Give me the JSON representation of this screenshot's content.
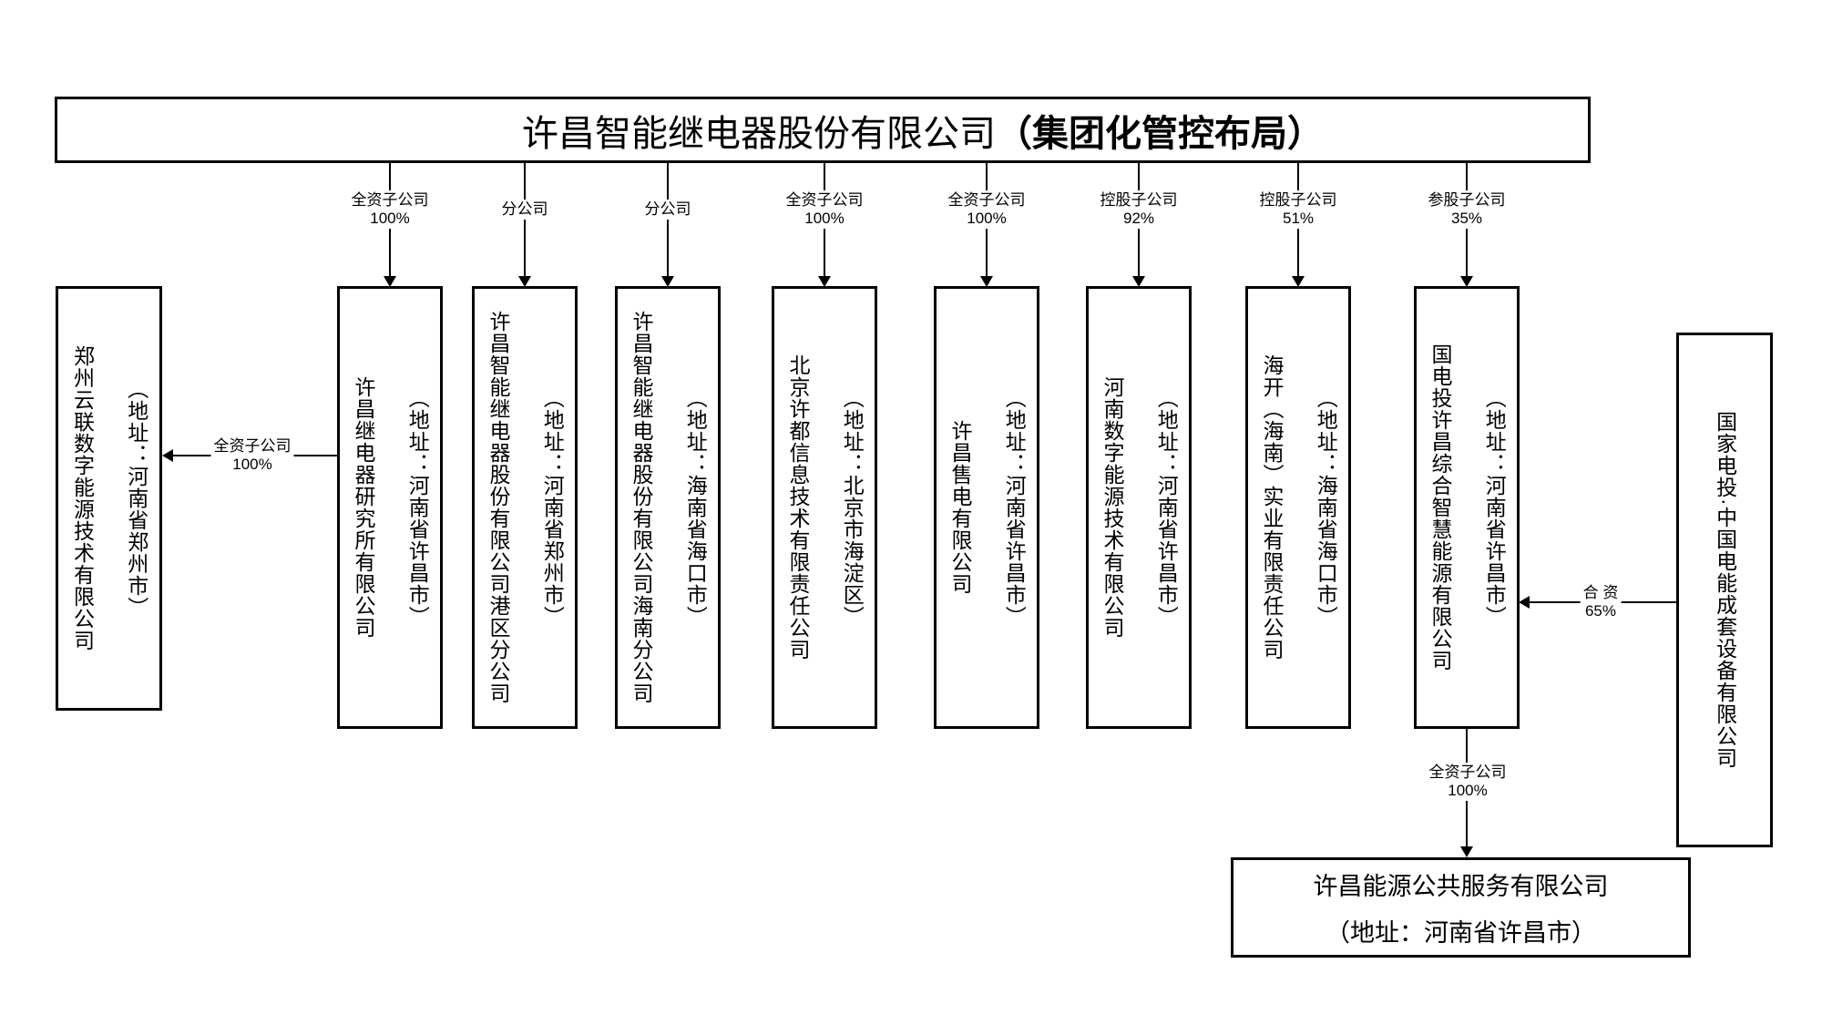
{
  "title": {
    "company": "许昌智能继电器股份有限公司",
    "scope": "（集团化管控布局）"
  },
  "parent_links": [
    {
      "type": "全资子公司",
      "share": "100%"
    },
    {
      "type": "分公司",
      "share": ""
    },
    {
      "type": "分公司",
      "share": ""
    },
    {
      "type": "全资子公司",
      "share": "100%"
    },
    {
      "type": "全资子公司",
      "share": "100%"
    },
    {
      "type": "控股子公司",
      "share": "92%"
    },
    {
      "type": "控股子公司",
      "share": "51%"
    },
    {
      "type": "参股子公司",
      "share": "35%"
    }
  ],
  "subsidiaries": [
    {
      "name": "许昌继电器研究所有限公司",
      "address": "（地址：河南省许昌市）"
    },
    {
      "name": "许昌智能继电器股份有限公司港区分公司",
      "address": "（地址：河南省郑州市）"
    },
    {
      "name": "许昌智能继电器股份有限公司海南分公司",
      "address": "（地址：海南省海口市）"
    },
    {
      "name": "北京许都信息技术有限责任公司",
      "address": "（地址：北京市海淀区）"
    },
    {
      "name": "许昌售电有限公司",
      "address": "（地址：河南省许昌市）"
    },
    {
      "name": "河南数字能源技术有限公司",
      "address": "（地址：河南省许昌市）"
    },
    {
      "name": "海开（海南）实业有限责任公司",
      "address": "（地址：海南省海口市）"
    },
    {
      "name": "国电投许昌综合智慧能源有限公司",
      "address": "（地址：河南省许昌市）"
    }
  ],
  "left_company": {
    "name": "郑州云联数字能源技术有限公司",
    "address": "（地址：河南省郑州市）",
    "link": {
      "type": "全资子公司",
      "share": "100%"
    }
  },
  "right_company": {
    "name": "国家电投·中国电能成套设备有限公司",
    "link": {
      "type": "合 资",
      "share": "65%"
    }
  },
  "bottom_company": {
    "name": "许昌能源公共服务有限公司",
    "address": "（地址：河南省许昌市）",
    "link": {
      "type": "全资子公司",
      "share": "100%"
    }
  },
  "colors": {
    "line": "#000000",
    "background": "#ffffff"
  }
}
